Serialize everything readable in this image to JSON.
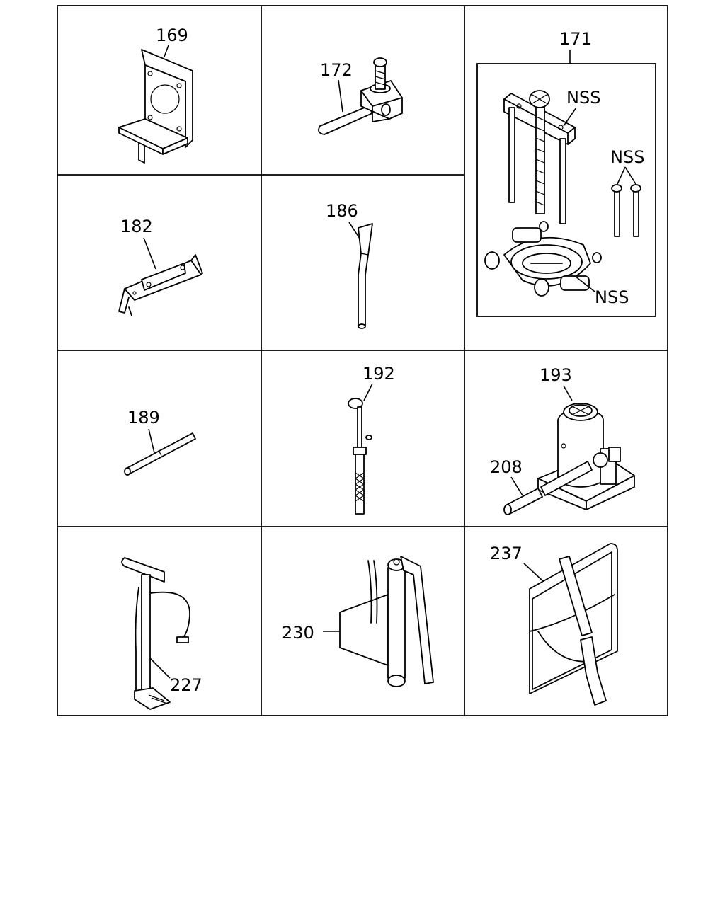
{
  "cells": [
    {
      "id": "c169",
      "label": "169"
    },
    {
      "id": "c172",
      "label": "172"
    },
    {
      "id": "c171",
      "label": "171"
    },
    {
      "id": "c182",
      "label": "182"
    },
    {
      "id": "c186",
      "label": "186"
    },
    {
      "id": "c189",
      "label": "189"
    },
    {
      "id": "c192",
      "label": "192"
    },
    {
      "id": "c193",
      "label": "193"
    },
    {
      "id": "c208",
      "label": "208"
    },
    {
      "id": "c227",
      "label": "227"
    },
    {
      "id": "c230",
      "label": "230"
    },
    {
      "id": "c237",
      "label": "237"
    }
  ],
  "nss": {
    "label_a": "NSS",
    "label_b": "NSS",
    "label_c": "NSS"
  }
}
